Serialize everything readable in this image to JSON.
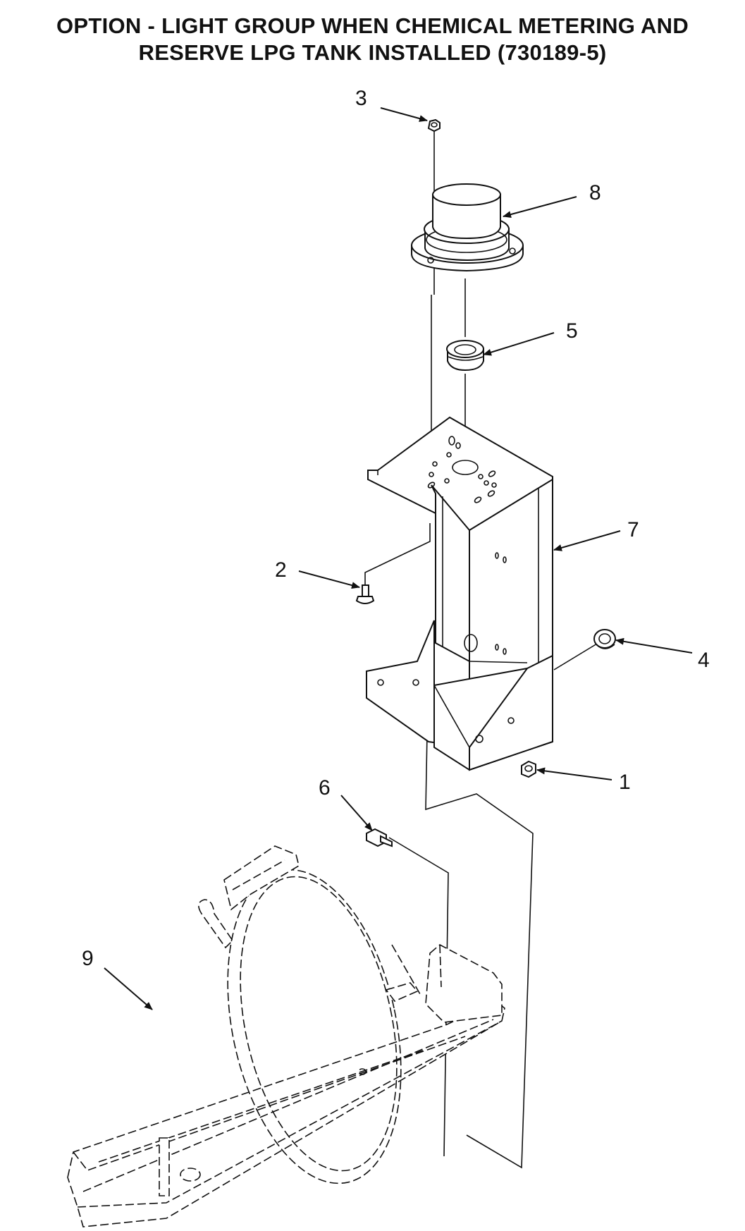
{
  "title": {
    "line1": "OPTION - LIGHT GROUP WHEN CHEMICAL METERING AND",
    "line2": "RESERVE LPG TANK INSTALLED (730189-5)"
  },
  "callouts": {
    "c1": "1",
    "c2": "2",
    "c3": "3",
    "c4": "4",
    "c5": "5",
    "c6": "6",
    "c7": "7",
    "c8": "8",
    "c9": "9"
  }
}
